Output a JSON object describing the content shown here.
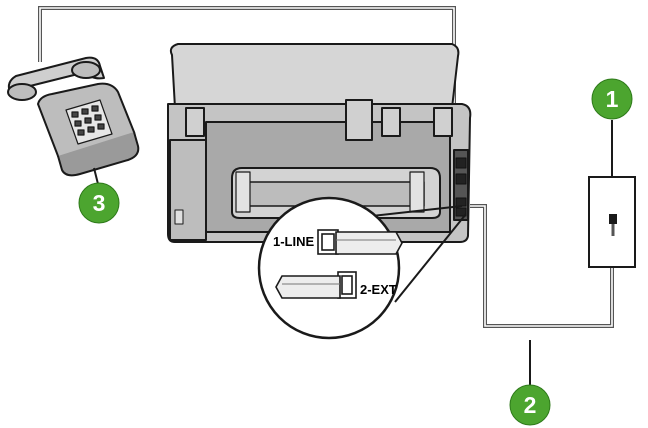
{
  "diagram": {
    "ports": {
      "line_label": "1-LINE",
      "ext_label": "2-EXT"
    },
    "callouts": [
      {
        "id": "wall-jack",
        "number": "1"
      },
      {
        "id": "cord",
        "number": "2"
      },
      {
        "id": "telephone",
        "number": "3"
      }
    ],
    "colors": {
      "callout_fill": "#4ca52f",
      "callout_text": "#ffffff",
      "cord": "#555555",
      "printer_body": "#c9c9c9",
      "outline": "#1a1a1a"
    }
  }
}
